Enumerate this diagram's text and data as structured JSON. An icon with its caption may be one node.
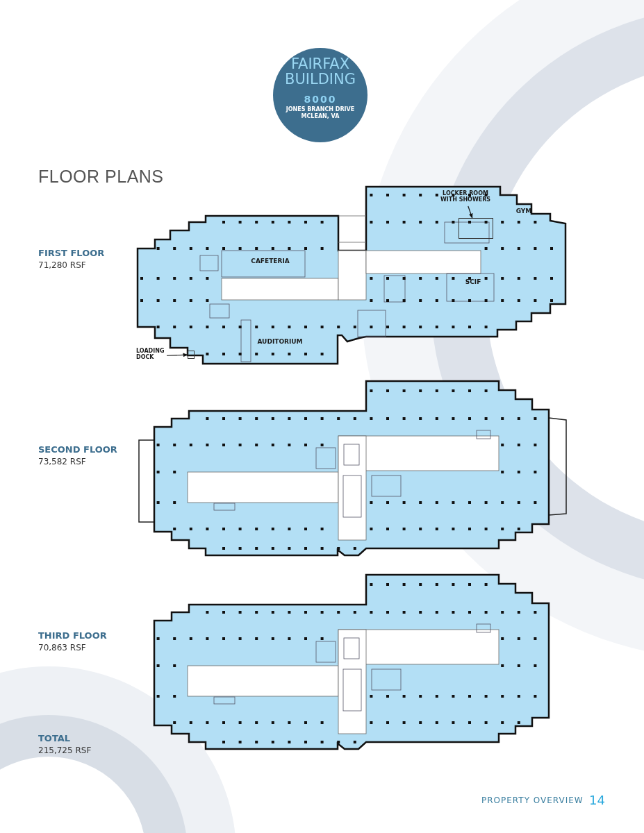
{
  "diagram": {
    "title": "FLOOR PLANS",
    "nodes": [
      {
        "text": [
          "FAIRFAX BUILDING",
          "8000",
          "JONES BRANCH DRIVE MCLEAN, VA"
        ]
      },
      {
        "text": [],
        "shape": "picture",
        "beside": [
          "FIRST FLOOR",
          "71,280 RSF"
        ]
      },
      {
        "text": [
          "CAFETERIA"
        ],
        "in": 1
      },
      {
        "text": [
          "AUDITORIUM"
        ],
        "in": 1
      },
      {
        "text": [
          "SCIF"
        ],
        "in": 1
      },
      {
        "text": [
          "GYM"
        ],
        "in": 1
      },
      {
        "text": [],
        "shape": "box",
        "in": 1
      },
      {
        "text": [
          "LOCKER ROOM WITH SHOWERS"
        ],
        "in": 1
      },
      {
        "text": [],
        "shape": "box",
        "in": 1
      },
      {
        "text": [
          "LOADING DOCK"
        ]
      },
      {
        "text": [],
        "shape": "picture",
        "beside": [
          "SECOND FLOOR",
          "73,582 RSF"
        ]
      },
      {
        "text": [],
        "shape": "picture",
        "beside": [
          "THIRD FLOOR",
          "70,863 RSF"
        ]
      }
    ],
    "edges": [
      {
        "from": 7,
        "to": 6,
        "arrow": "to"
      },
      {
        "from": 9,
        "to": 8,
        "arrow": "to"
      }
    ],
    "labels": [
      "TOTAL",
      "215,725 RSF",
      "PROPERTY OVERVIEW",
      "14"
    ]
  }
}
